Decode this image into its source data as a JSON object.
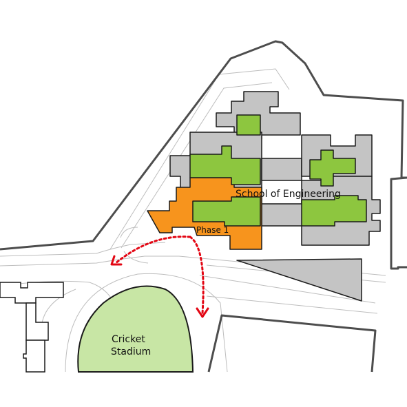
{
  "labels": {
    "school": "School of Engineering",
    "phase": "Phase 1",
    "stadium_line1": "Cricket",
    "stadium_line2": "Stadium"
  },
  "colors": {
    "building_gray": "#c4c4c4",
    "green_space": "#8dc63f",
    "phase1_orange": "#f7941d",
    "stadium_green": "#c8e6a5",
    "arrow_red": "#e30613",
    "outline": "#1a1a1a",
    "boundary": "#4d4d4d",
    "road": "#bdbdbd"
  }
}
